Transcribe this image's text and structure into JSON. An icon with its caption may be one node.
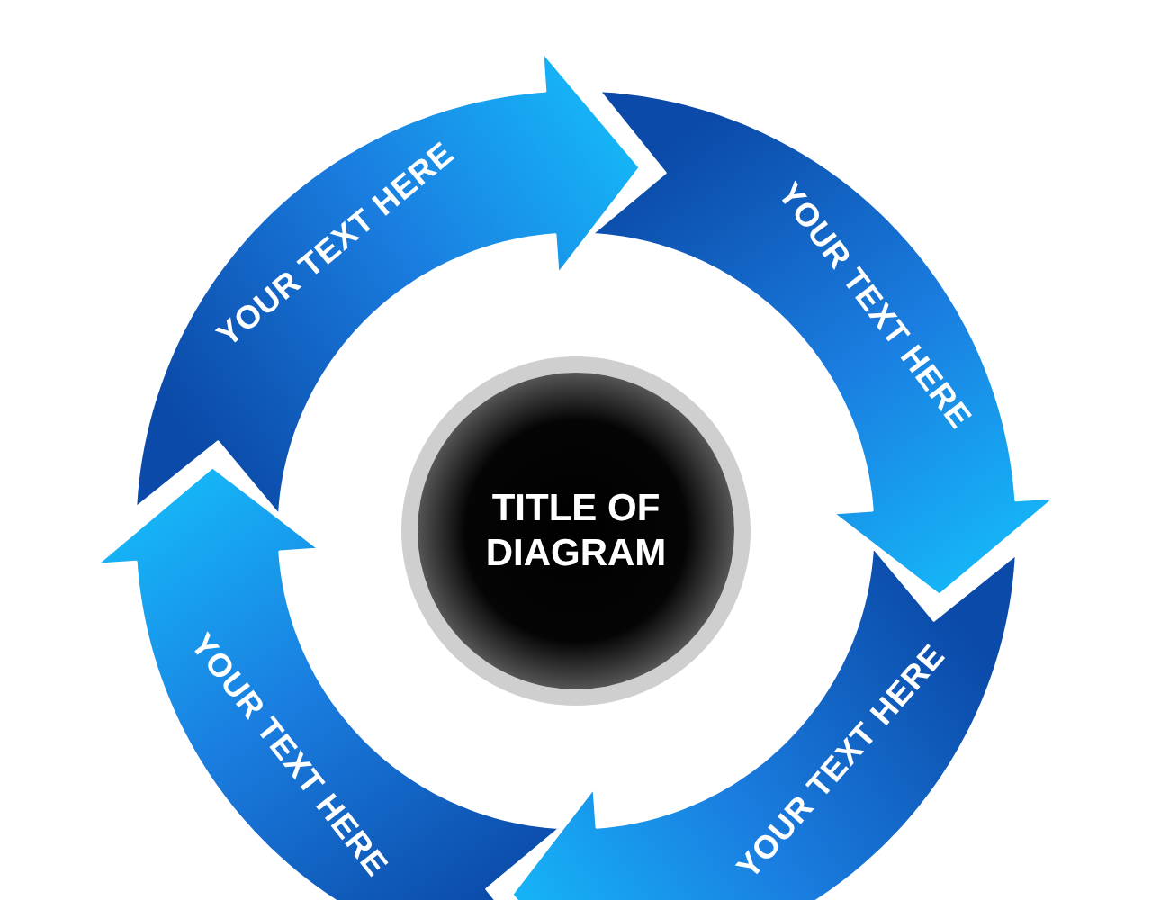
{
  "diagram": {
    "nodes": [
      {
        "text": [
          "YOUR TEXT HERE"
        ]
      },
      {
        "text": [
          "YOUR TEXT HERE"
        ]
      },
      {
        "text": [
          "TITLE OF DIAGRAM"
        ]
      },
      {
        "text": [
          "YOUR TEXT HERE"
        ]
      },
      {
        "text": [
          "YOUR TEXT HERE"
        ]
      }
    ]
  }
}
